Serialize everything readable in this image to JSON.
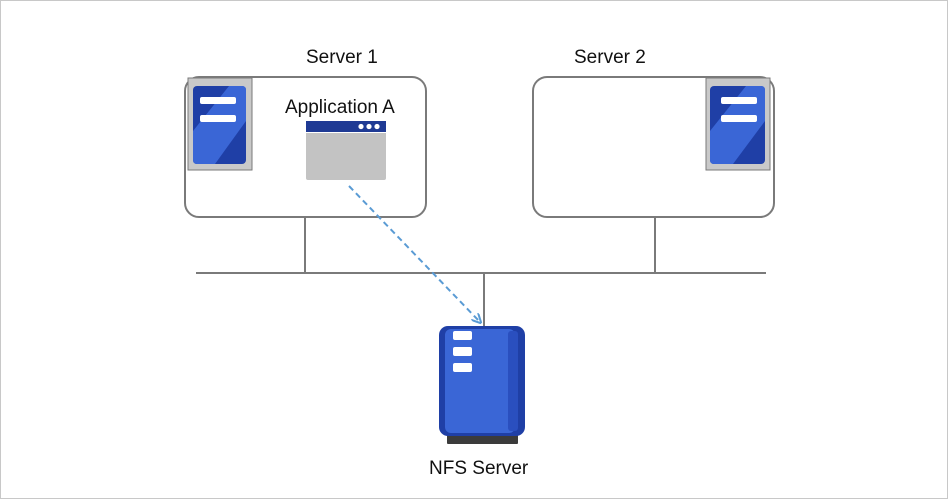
{
  "labels": {
    "server1": "Server 1",
    "server2": "Server 2",
    "application": "Application A",
    "nfs_server": "NFS Server"
  },
  "colors": {
    "outline": "#7a7a7a",
    "server_icon_blue": "#1f3fa6",
    "server_icon_light": "#3a66d6",
    "server_icon_bg": "#c9c9c9",
    "app_window_body": "#c3c3c3",
    "app_window_bar": "#1f3a94",
    "arrow": "#5a9bd4",
    "nfs_base": "#3b3b3b"
  },
  "icons": {
    "server1": "server-tower-icon",
    "server2": "server-tower-icon",
    "application": "application-window-icon",
    "nfs": "nfs-storage-icon"
  }
}
